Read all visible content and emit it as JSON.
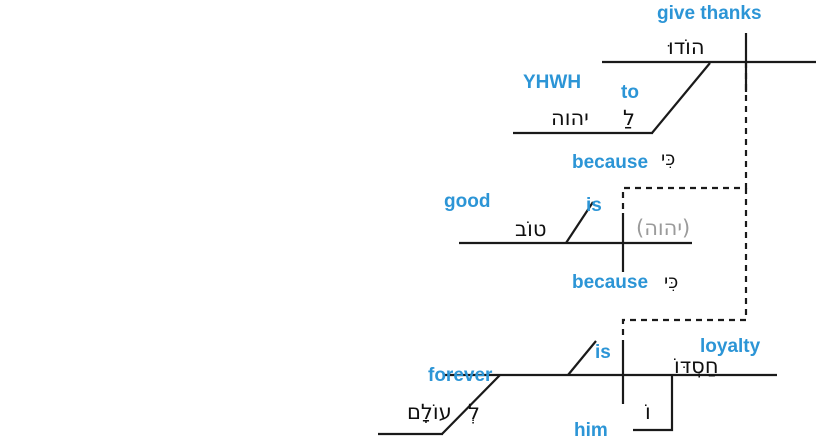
{
  "document": {
    "title": "Hebrew clause diagram",
    "script_direction": "rtl",
    "gloss_color": "#2c95d6",
    "text_color": "#101010",
    "elided_color": "#9b9b9b",
    "line_color": "#1a1a1a",
    "background_color": "#ffffff"
  },
  "clauses": [
    {
      "id": "clause-main",
      "role": "main-clause",
      "elements": [
        {
          "id": "verb-hodu",
          "gloss": "give thanks",
          "hebrew": "הוֹדוּ",
          "function": "verb"
        },
        {
          "id": "prep-la",
          "gloss": "to",
          "hebrew": "לַ",
          "function": "preposition"
        },
        {
          "id": "obj-yhwh",
          "gloss": "YHWH",
          "hebrew": "יהוה",
          "function": "object-of-preposition"
        }
      ]
    },
    {
      "id": "clause-reason-1",
      "role": "subordinate-clause",
      "elements": [
        {
          "id": "conj-ki-1",
          "gloss": "because",
          "hebrew": "כִּי",
          "function": "conjunction"
        },
        {
          "id": "subj-yhwh-elided",
          "gloss": "",
          "hebrew": "(יהוה)",
          "function": "elided-subject"
        },
        {
          "id": "copula-1",
          "gloss": "is",
          "hebrew": "",
          "function": "copula"
        },
        {
          "id": "pred-tov",
          "gloss": "good",
          "hebrew": "טוֹב",
          "function": "predicate-adjective"
        }
      ]
    },
    {
      "id": "clause-reason-2",
      "role": "subordinate-clause",
      "elements": [
        {
          "id": "conj-ki-2",
          "gloss": "because",
          "hebrew": "כִּי",
          "function": "conjunction"
        },
        {
          "id": "subj-hasdo",
          "gloss": "loyalty",
          "hebrew": "חַסְדּוֹ",
          "function": "subject"
        },
        {
          "id": "suffix-o",
          "gloss": "him",
          "hebrew": "וֹ",
          "function": "pronominal-suffix"
        },
        {
          "id": "copula-2",
          "gloss": "is",
          "hebrew": "",
          "function": "copula"
        },
        {
          "id": "prep-le",
          "gloss": "",
          "hebrew": "לְ",
          "function": "preposition"
        },
        {
          "id": "adv-olam",
          "gloss": "forever",
          "hebrew": "עוֹלָם",
          "function": "adverbial-phrase"
        }
      ]
    }
  ],
  "labels": {
    "give_thanks": "give thanks",
    "hodu": "הוֹדוּ",
    "yhwh_gloss": "YHWH",
    "yhwh": "יהוה",
    "to": "to",
    "la": "לַ",
    "because_1": "because",
    "ki_1": "כִּי",
    "good": "good",
    "tov": "טוֹב",
    "is_1": "is",
    "yhwh_elided": "(יהוה)",
    "because_2": "because",
    "ki_2": "כִּי",
    "loyalty": "loyalty",
    "hasdo": "חַסְדּוֹ",
    "is_2": "is",
    "forever": "forever",
    "le": "לְ",
    "olam": "עוֹלָם",
    "him": "him",
    "o_suffix": "וֹ"
  }
}
